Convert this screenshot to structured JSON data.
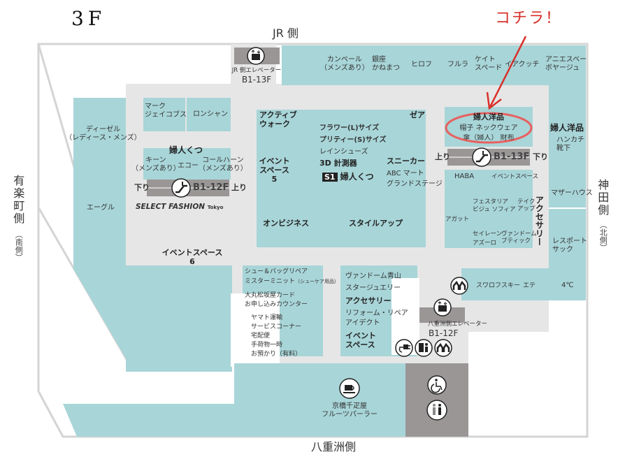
{
  "floor": {
    "title": "3F"
  },
  "callout": {
    "text": "コチラ！",
    "color": "#d8302a"
  },
  "colors": {
    "shop": "#a8d5d8",
    "corridor": "#e6e6e6",
    "facility": "#9a9696",
    "highlight": "#e86060",
    "outline": "#d8d8d8"
  },
  "directions": {
    "north": "JR 側",
    "south": "八重洲側",
    "west": "有楽町側",
    "west_sub": "（南側）",
    "east": "神田側",
    "east_sub": "（北側）"
  },
  "elevators": {
    "jr": {
      "name": "JR 側エレベーター",
      "floors": "B1-13F"
    },
    "yaesu": {
      "name": "八重洲側エレベーター",
      "floors": "B1-12F"
    }
  },
  "escalators": {
    "west": {
      "down": "下り",
      "floors": "B1-12F",
      "up": "上り"
    },
    "east": {
      "up": "上り",
      "floors": "B1-13F",
      "down": "下り"
    }
  },
  "shops": {
    "top_row": [
      {
        "name": "カンペール",
        "sub": "（メンズあり）"
      },
      {
        "name": "銀座",
        "sub": "かねまつ"
      },
      {
        "name": "ヒロフ"
      },
      {
        "name": "フルラ"
      },
      {
        "name": "ケイト",
        "sub": "スペード"
      },
      {
        "name": "イアクッチ"
      },
      {
        "name": "アニエスベー",
        "sub": "ボヤージュ"
      }
    ],
    "diesel": {
      "name": "ディーゼル",
      "sub": "（レディース・メンズ）"
    },
    "aigle": "エーグル",
    "marc_jacobs": {
      "name": "マーク",
      "sub": "ジェイコブス"
    },
    "longchamp": "ロンシャン",
    "ladies_shoes_west": {
      "title": "婦人くつ",
      "keen": {
        "name": "キーン",
        "sub": "（メンズあり）"
      },
      "ecco": "エコー",
      "colehaan": {
        "name": "コールハーン",
        "sub": "（メンズあり）"
      }
    },
    "select_fashion": {
      "name": "SELECT FASHION",
      "suffix": "Tokyo"
    },
    "event_space_6": {
      "name": "イベントスペース",
      "num": "6"
    },
    "central": {
      "active_walk": {
        "name": "アクティブ",
        "sub": "ウォーク"
      },
      "zea": "ゼア",
      "items": [
        "フラワー(L)サイズ",
        "プリティー(S)サイズ",
        "レインシューズ",
        "3D 計測器"
      ],
      "s1_badge": "S1",
      "s1_label": "婦人くつ",
      "event_space_5": {
        "name": "イベント",
        "sub": "スペース",
        "num": "5"
      },
      "sneaker": "スニーカー",
      "abc_mart": "ABC マート",
      "grand_stage": "グランドステージ",
      "on_business": "オンビジネス",
      "style_up": "スタイルアップ"
    },
    "ladies_goods_highlight": {
      "title": "婦人洋品",
      "line1": "帽子 ネックウェア",
      "line2": "傘（婦人） 財布"
    },
    "ladies_goods_east": {
      "title": "婦人洋品",
      "line1": "ハンカチ",
      "line2": "靴下"
    },
    "accessory_block": {
      "haba": "HABA",
      "event_space": "イベントスペース",
      "festaria": "フェスタリア",
      "bijou_sophia": "ビジュ ソフィア",
      "take_up": {
        "name": "テイク",
        "sub": "アップ"
      },
      "agate": "アガット",
      "sirene": "セイレーン",
      "azzurro": "アズーロ",
      "vendome_boutique": {
        "name": "ヴァンドーム",
        "sub": "ブティック"
      },
      "vertical_label": "アクセサリー"
    },
    "mother_house": "マザーハウス",
    "lesportsac": {
      "name": "レスポート",
      "sub": "サック"
    },
    "shoe_repair": {
      "line1": "シュー＆バッグリペア",
      "line2": "ミスターミニット",
      "line2_sub": "（シューケア用品）"
    },
    "card_counter": {
      "line1": "大丸松坂屋カード",
      "line2": "お申し込みカウンター"
    },
    "yamato": {
      "lines": [
        "ヤマト運輸",
        "サービスコーナー",
        "宅配便",
        "手荷物一時",
        "お預かり（有料）"
      ]
    },
    "south_block": {
      "vendome_aoyama": "ヴァンドーム青山",
      "star_jewelry": "スタージュエリー",
      "accessory": "アクセサリー",
      "reform": "リフォーム・リペア",
      "aidect": "アイデクト",
      "event": {
        "name": "イベント",
        "sub": "スペース"
      }
    },
    "east_south_row": [
      "スワロフスキー",
      "エテ",
      "4℃"
    ],
    "fruit_parlor": {
      "line1": "京橋千疋屋",
      "line2": "フルーツパーラー"
    }
  },
  "icons": [
    "elevator-icon",
    "escalator-icon",
    "lounge-icon",
    "charger-icon",
    "vending-icon",
    "cafe-icon",
    "wheelchair-icon",
    "restroom-icon"
  ]
}
